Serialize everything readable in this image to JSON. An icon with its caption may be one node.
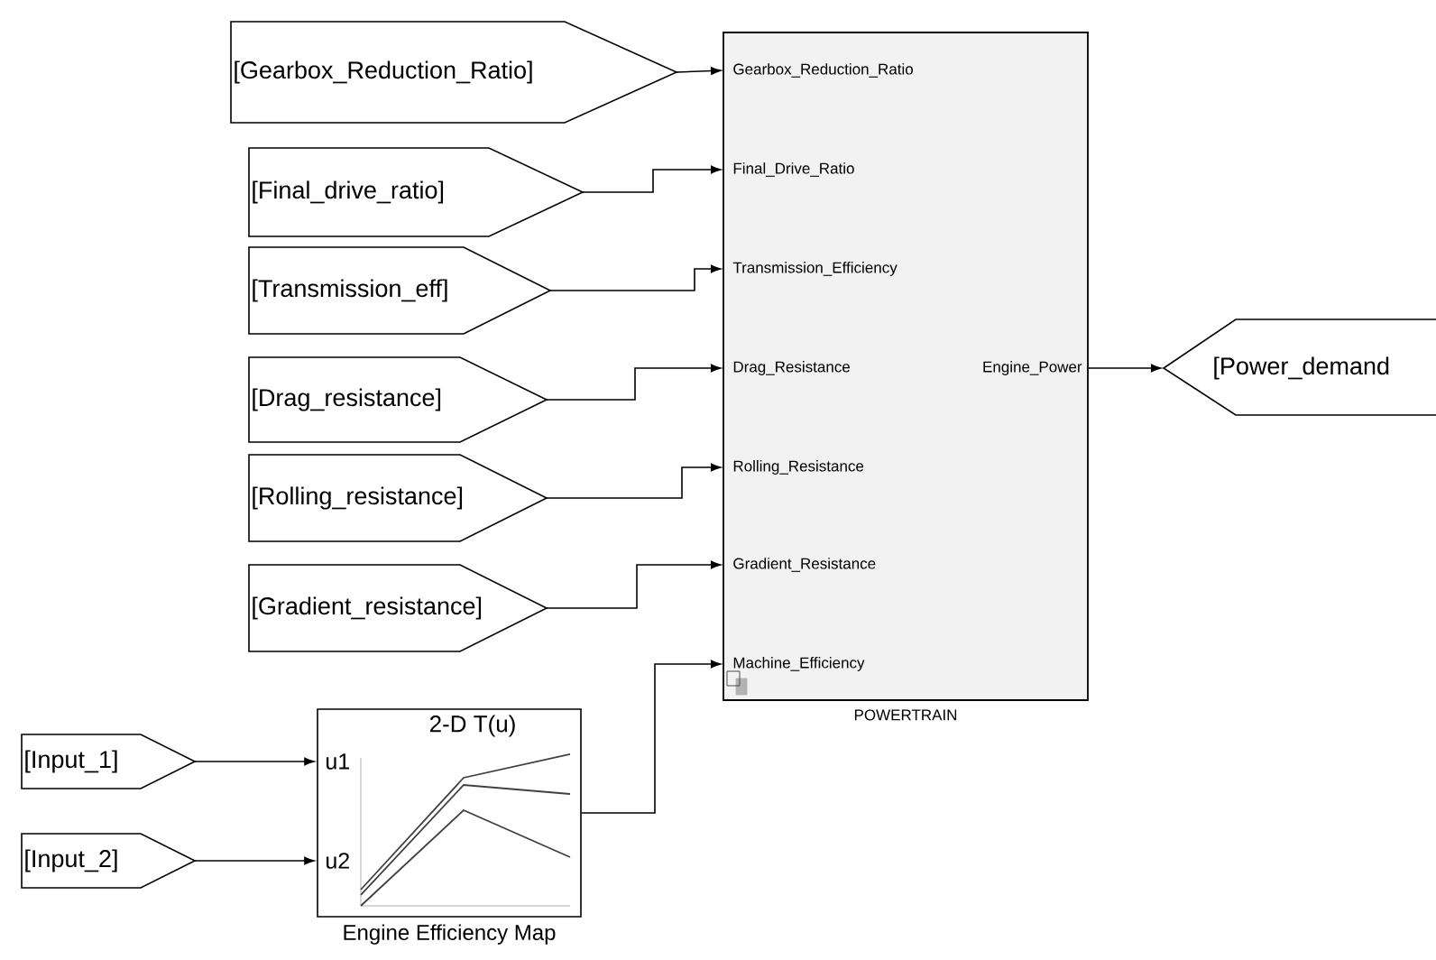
{
  "diagram": {
    "nodes": [
      {
        "text": [
          "[Gearbox_Reduction_Ratio]"
        ]
      },
      {
        "text": [
          "[Final_drive_ratio]"
        ]
      },
      {
        "text": [
          "[Transmission_eff]"
        ]
      },
      {
        "text": [
          "[Drag_resistance]"
        ]
      },
      {
        "text": [
          "[Rolling_resistance]"
        ]
      },
      {
        "text": [
          "[Gradient_resistance]"
        ]
      },
      {
        "text": [
          "[Input_1]"
        ]
      },
      {
        "text": [
          "[Input_2]"
        ]
      },
      {
        "text": [
          "2-D T(u)",
          "u1",
          "u2"
        ],
        "beside": [
          "Engine Efficiency Map"
        ]
      },
      {
        "text": [
          "Gearbox_Reduction_Ratio",
          "Final_Drive_Ratio",
          "Transmission_Efficiency",
          "Drag_Resistance",
          "Rolling_Resistance",
          "Gradient_Resistance",
          "Machine_Efficiency",
          "Engine_Power"
        ],
        "beside": [
          "POWERTRAIN"
        ]
      },
      {
        "text": [
          "[Power_demand"
        ]
      }
    ],
    "edges": [
      {
        "from": 0,
        "to": 9,
        "arrow": "to"
      },
      {
        "from": 1,
        "to": 9,
        "arrow": "to"
      },
      {
        "from": 2,
        "to": 9,
        "arrow": "to"
      },
      {
        "from": 3,
        "to": 9,
        "arrow": "to"
      },
      {
        "from": 4,
        "to": 9,
        "arrow": "to"
      },
      {
        "from": 5,
        "to": 9,
        "arrow": "to"
      },
      {
        "from": 6,
        "to": 8,
        "arrow": "to"
      },
      {
        "from": 7,
        "to": 8,
        "arrow": "to"
      },
      {
        "from": 8,
        "to": 9,
        "arrow": "to"
      },
      {
        "from": 9,
        "to": 10,
        "arrow": "to"
      }
    ]
  }
}
